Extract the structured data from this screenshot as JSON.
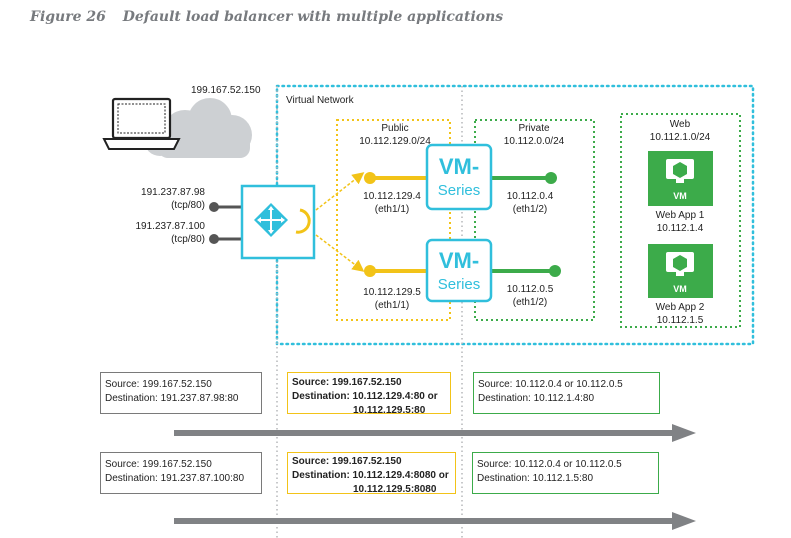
{
  "figure": {
    "number": "Figure 26",
    "title": "Default load balancer with multiple applications"
  },
  "client": {
    "ip": "199.167.52.150"
  },
  "frontends": [
    {
      "ip": "191.237.87.98",
      "port": "(tcp/80)"
    },
    {
      "ip": "191.237.87.100",
      "port": "(tcp/80)"
    }
  ],
  "vnet": {
    "label": "Virtual Network"
  },
  "subnets": {
    "public": {
      "name": "Public",
      "cidr": "10.112.129.0/24"
    },
    "private": {
      "name": "Private",
      "cidr": "10.112.0.0/24"
    },
    "web": {
      "name": "Web",
      "cidr": "10.112.1.0/24"
    }
  },
  "firewalls": [
    {
      "line1": "VM-",
      "line2": "Series",
      "public_ip": "10.112.129.4",
      "public_if": "(eth1/1)",
      "private_ip": "10.112.0.4",
      "private_if": "(eth1/2)"
    },
    {
      "line1": "VM-",
      "line2": "Series",
      "public_ip": "10.112.129.5",
      "public_if": "(eth1/1)",
      "private_ip": "10.112.0.5",
      "private_if": "(eth1/2)"
    }
  ],
  "webapps": [
    {
      "badge": "VM",
      "name": "Web App 1",
      "ip": "10.112.1.4"
    },
    {
      "badge": "VM",
      "name": "Web App 2",
      "ip": "10.112.1.5"
    }
  ],
  "flows": [
    {
      "client": {
        "source": "Source: 199.167.52.150",
        "destination": "Destination: 191.237.87.98:80"
      },
      "firewall": {
        "source": "Source: 199.167.52.150",
        "destination": "Destination: 10.112.129.4:80 or",
        "destination2": "10.112.129.5:80"
      },
      "backend": {
        "source": "Source: 10.112.0.4 or 10.112.0.5",
        "destination": "Destination: 10.112.1.4:80"
      }
    },
    {
      "client": {
        "source": "Source: 199.167.52.150",
        "destination": "Destination: 191.237.87.100:80"
      },
      "firewall": {
        "source": "Source: 199.167.52.150",
        "destination": "Destination: 10.112.129.4:8080 or",
        "destination2": "10.112.129.5:8080"
      },
      "backend": {
        "source": "Source: 10.112.0.4 or 10.112.0.5",
        "destination": "Destination: 10.112.1.5:80"
      }
    }
  ],
  "colors": {
    "cyan": "#30bfdc",
    "yellow": "#f2c318",
    "green": "#3cab4a",
    "gray": "#808285",
    "cloud": "#cdd0d3"
  }
}
